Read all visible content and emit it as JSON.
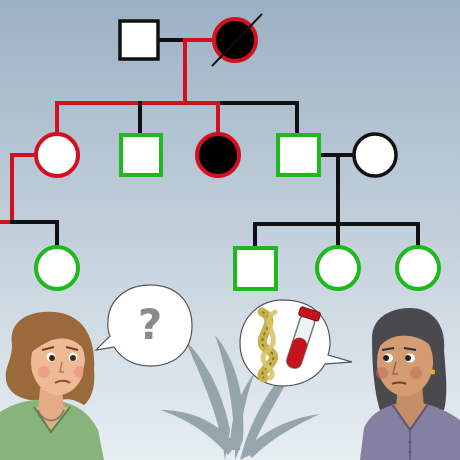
{
  "colors": {
    "sky_top": "#9db1c4",
    "sky_bottom": "#e7eef2",
    "affected_line": "#d0121f",
    "unaffected_line": "#111111",
    "carrier_outline": "#20b81f",
    "affected_fill": "#000000",
    "unaffected_fill": "#ffffff",
    "plant": "#8a9aa0"
  },
  "pedigree": {
    "generations": [
      {
        "generation": 1,
        "members": [
          {
            "sex": "male",
            "status": "unaffected"
          },
          {
            "sex": "female",
            "status": "affected",
            "deceased": true
          }
        ]
      },
      {
        "generation": 2,
        "members": [
          {
            "sex": "female",
            "status": "unaffected",
            "outline": "red"
          },
          {
            "sex": "male",
            "status": "tested-negative"
          },
          {
            "sex": "female",
            "status": "affected"
          },
          {
            "sex": "male",
            "status": "tested-negative"
          },
          {
            "sex": "female",
            "status": "spouse"
          }
        ]
      },
      {
        "generation": 3,
        "members": [
          {
            "sex": "female",
            "status": "tested-negative"
          },
          {
            "sex": "male",
            "status": "tested-negative"
          },
          {
            "sex": "female",
            "status": "tested-negative"
          },
          {
            "sex": "female",
            "status": "tested-negative"
          }
        ]
      }
    ]
  },
  "speech_left": {
    "symbol": "?",
    "icon": "question-mark-icon"
  },
  "speech_right": {
    "icons": [
      "dna-strand-icon",
      "blood-test-tube-icon"
    ]
  },
  "characters": [
    {
      "name": "left-woman",
      "hair": "brown",
      "shirt": "green",
      "expression": "worried"
    },
    {
      "name": "right-woman",
      "hair": "dark-gray",
      "shirt": "purple",
      "expression": "thoughtful"
    }
  ]
}
